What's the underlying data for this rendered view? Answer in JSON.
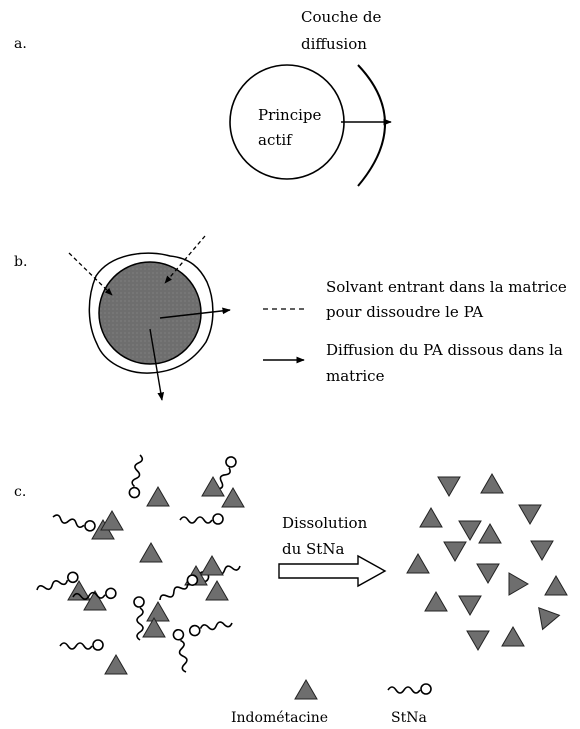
{
  "panel_a": {
    "label": "a.",
    "layer_label_line1": "Couche de",
    "layer_label_line2": "diffusion",
    "drug_label_line1": "Principe",
    "drug_label_line2": "actif"
  },
  "panel_b": {
    "label": "b.",
    "legend": [
      {
        "line_style": "dashed",
        "line1": "Solvant entrant dans la matrice",
        "line2": "pour dissoudre le PA"
      },
      {
        "line_style": "solid",
        "line1": "Diffusion du PA dissous dans la",
        "line2": "matrice"
      }
    ],
    "colors": {
      "matrix_fill": "#6e6e6e"
    }
  },
  "panel_c": {
    "label": "c.",
    "process_line1": "Dissolution",
    "process_line2": "du StNa",
    "legend": [
      {
        "icon": "triangle-icon",
        "label": "Indométacine"
      },
      {
        "icon": "squiggle-icon",
        "label": "StNa"
      }
    ],
    "colors": {
      "triangle_fill": "#6e6e6e"
    }
  }
}
